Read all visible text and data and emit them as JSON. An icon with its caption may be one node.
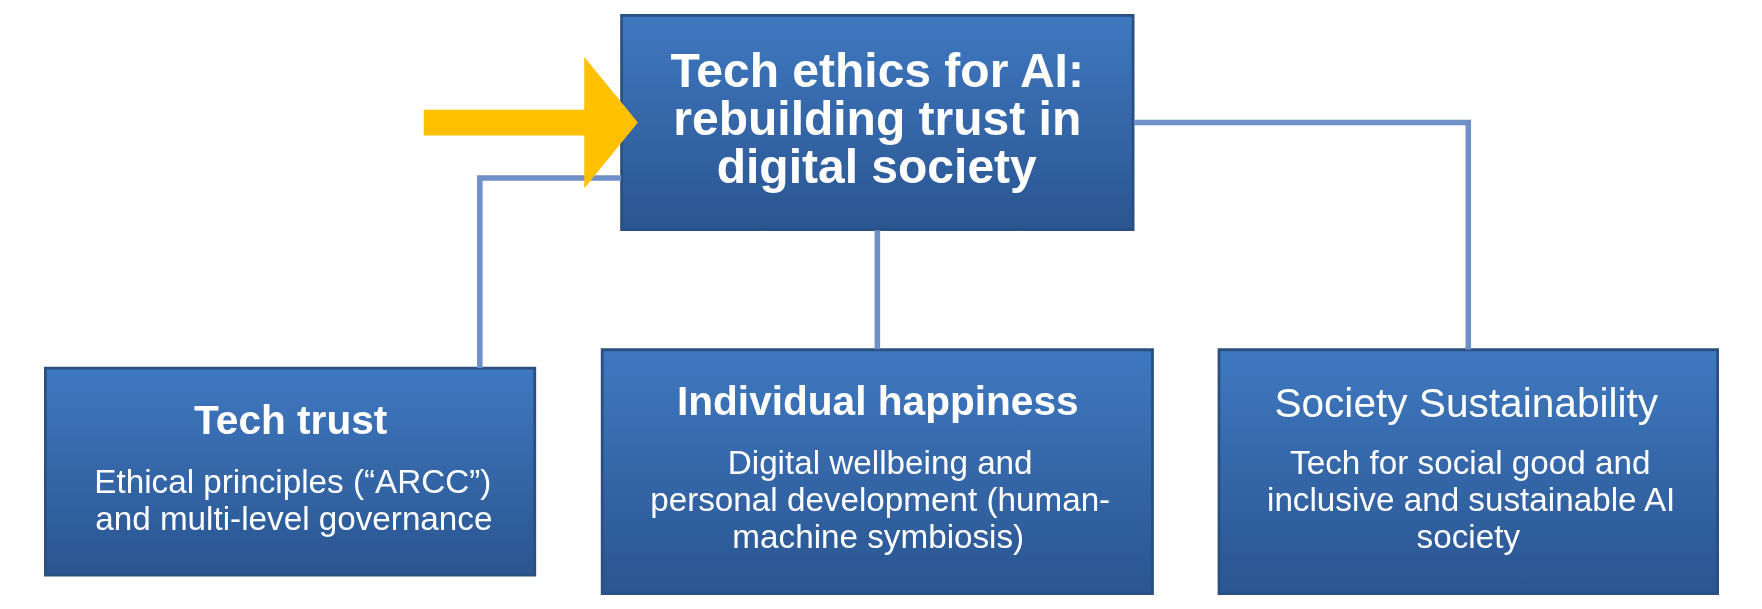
{
  "diagram": {
    "nodes": [
      {
        "text": [
          "Tech ethics for AI: rebuilding trust in digital society"
        ]
      },
      {
        "text": [
          "Tech trust",
          "Ethical principles (“ARCC”) and multi-level governance"
        ]
      },
      {
        "text": [
          "Individual happiness",
          "Digital wellbeing and personal development (human-machine symbiosis)"
        ]
      },
      {
        "text": [
          "Society Sustainability",
          "Tech for social good and inclusive and sustainable AI society"
        ]
      }
    ],
    "edges": [
      {
        "from": null,
        "to": 0,
        "arrow": "to",
        "style": "thick",
        "color": "#ffc000"
      },
      {
        "from": 0,
        "to": 1,
        "arrow": "none"
      },
      {
        "from": 0,
        "to": 2,
        "arrow": "none"
      },
      {
        "from": 0,
        "to": 3,
        "arrow": "none"
      }
    ]
  }
}
